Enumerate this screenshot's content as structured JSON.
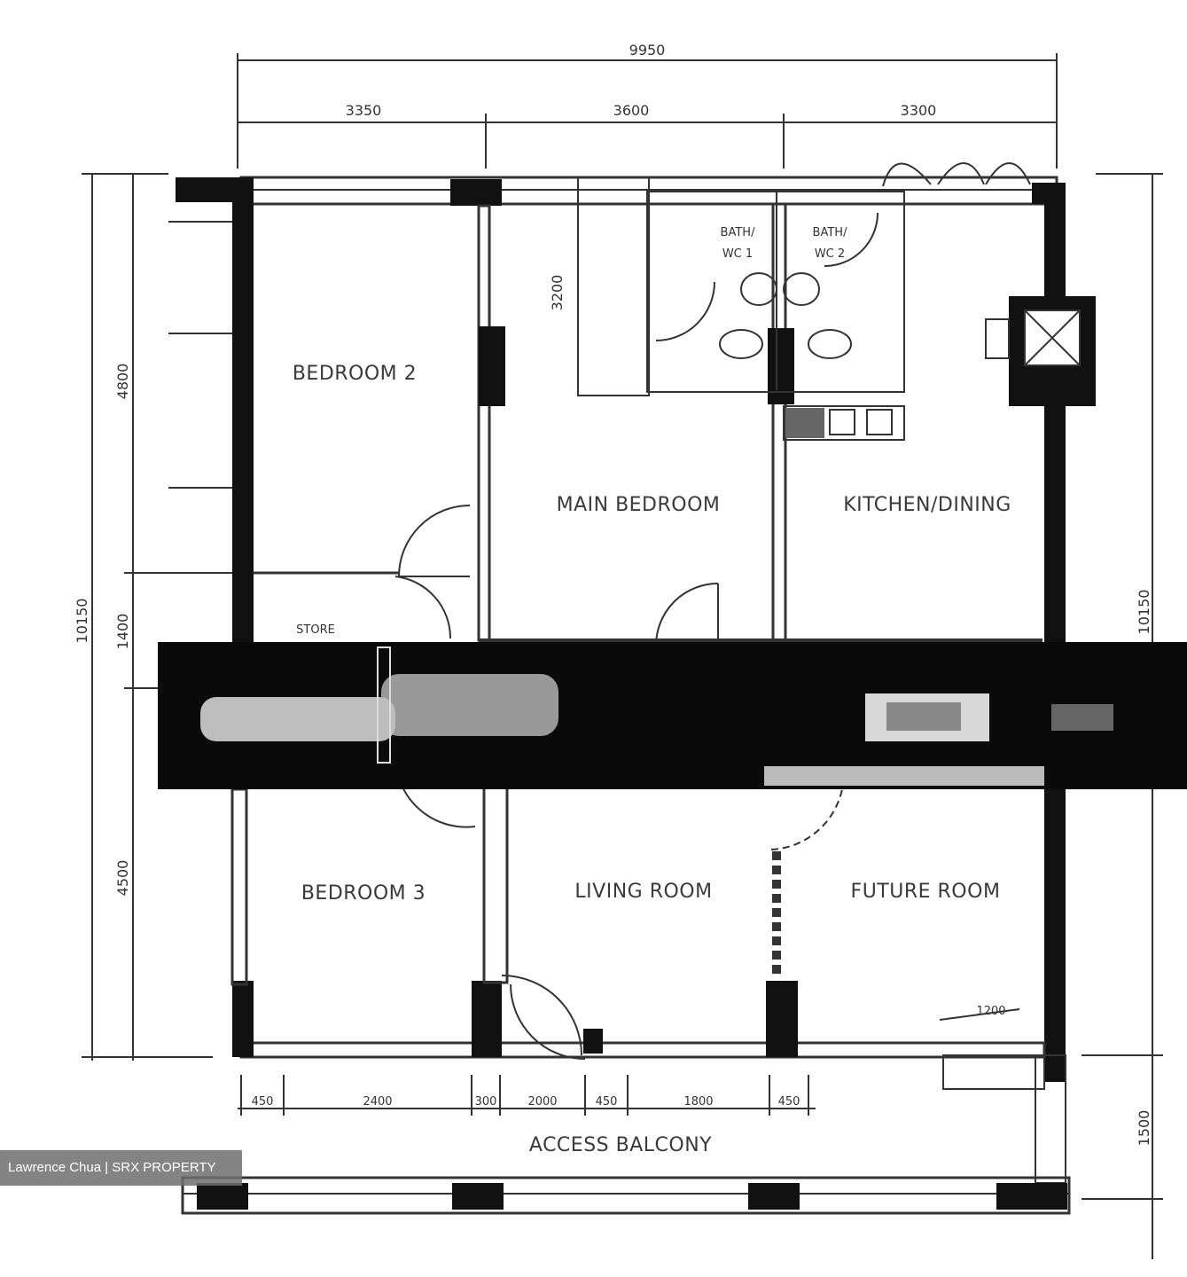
{
  "plan": {
    "dimensions": {
      "top_overall": "9950",
      "top_seg_1": "3350",
      "top_seg_2": "3600",
      "top_seg_3": "3300",
      "left_overall": "10150",
      "left_upper": "4800",
      "left_mid": "1400",
      "left_lower": "4500",
      "right_overall": "10150",
      "bath_depth": "3200",
      "bottom_1": "450",
      "bottom_2": "2400",
      "bottom_3": "300",
      "bottom_4": "2000",
      "bottom_5": "450",
      "bottom_6": "1800",
      "bottom_7": "450",
      "ledge": "1200",
      "corridor_depth": "1500"
    },
    "rooms": {
      "bedroom_2": "BEDROOM 2",
      "main_bedroom": "MAIN BEDROOM",
      "kitchen_dining": "KITCHEN/DINING",
      "bath_wc_1": "BATH/",
      "bath_wc_1b": "WC 1",
      "bath_wc_2": "BATH/",
      "bath_wc_2b": "WC 2",
      "store": "STORE",
      "bedroom_3": "BEDROOM 3",
      "living_room": "LIVING ROOM",
      "future_room": "FUTURE ROOM",
      "access_balcony": "ACCESS BALCONY"
    }
  },
  "watermark": "Lawrence Chua | SRX PROPERTY"
}
